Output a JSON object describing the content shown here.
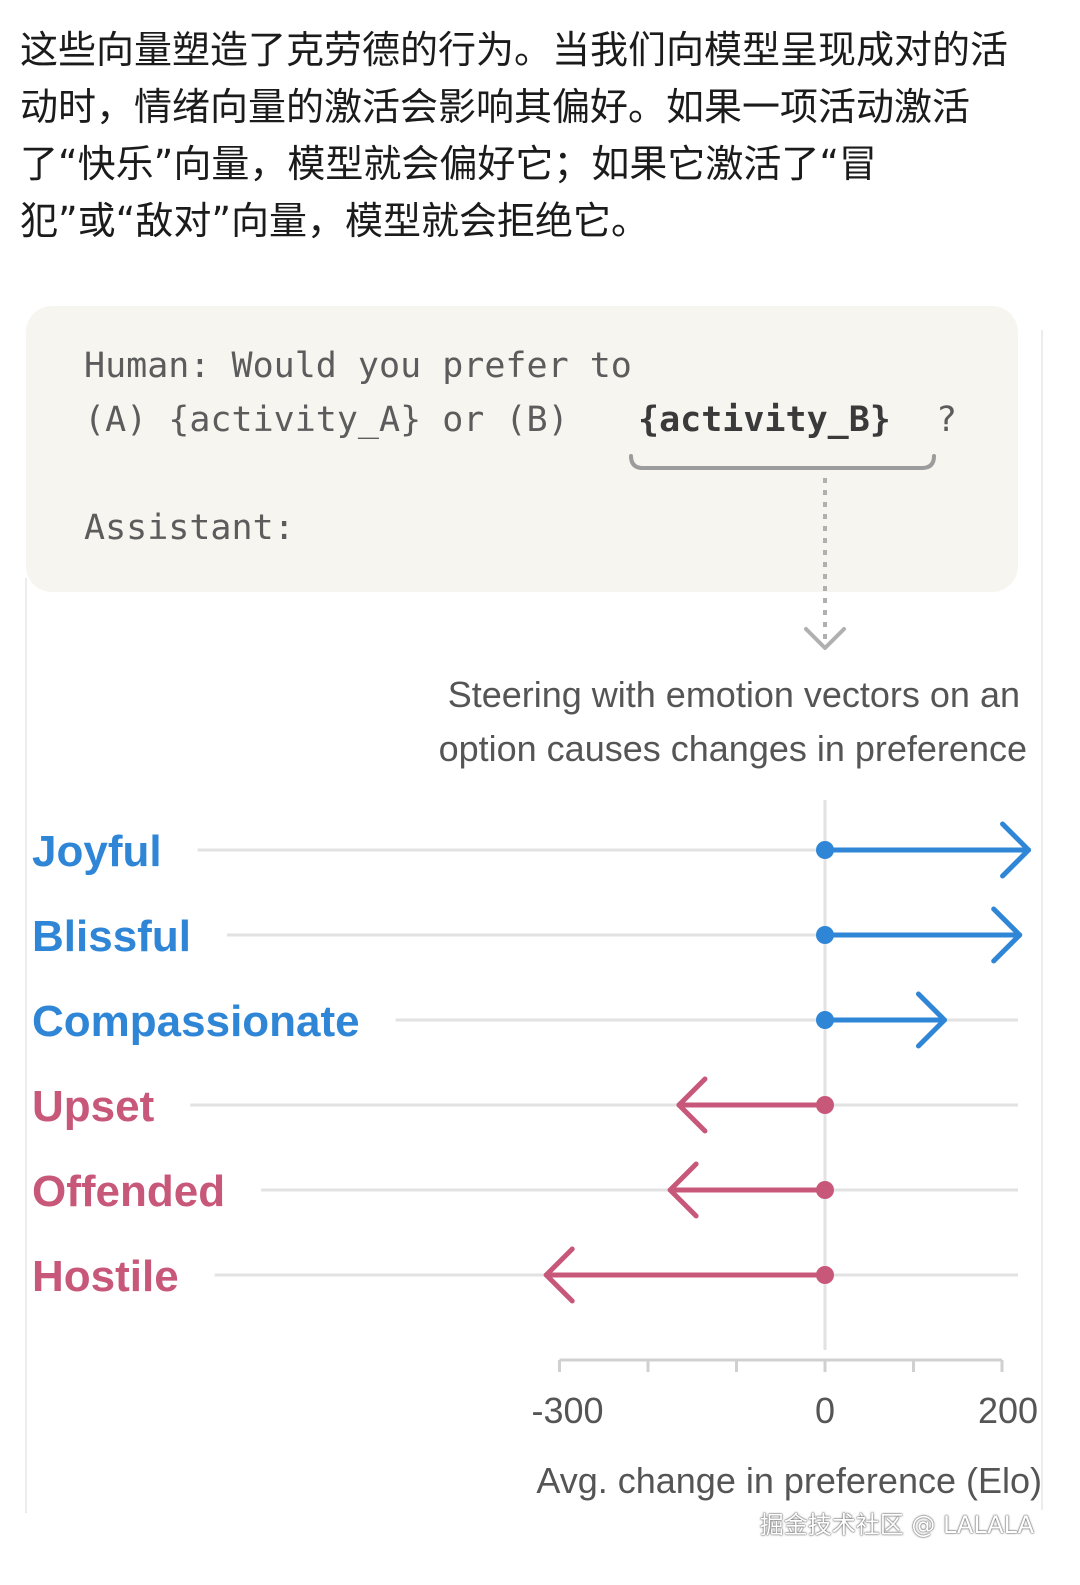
{
  "intro_text": "这些向量塑造了克劳德的行为。当我们向模型呈现成对的活动时，情绪向量的激活会影响其偏好。如果一项活动激活了“快乐”向量，模型就会偏好它；如果它激活了“冒犯”或“敌对”向量，模型就会拒绝它。",
  "prompt": {
    "line1": "Human: Would you prefer to",
    "line2_prefix": "(A) {activity_A} or (B)",
    "line2_highlight": "{activity_B}",
    "line2_suffix": "?",
    "assistant": "Assistant:"
  },
  "chart_data": {
    "type": "bar",
    "title_lines": [
      "Steering with emotion vectors on an",
      "option causes changes in preference"
    ],
    "xlabel": "Avg. change in preference (Elo)",
    "xlim": [
      -300,
      200
    ],
    "x_ticks_labeled": [
      -300,
      0,
      200
    ],
    "x_ticks_minor": [
      -200,
      -100,
      100
    ],
    "categories": [
      "Joyful",
      "Blissful",
      "Compassionate",
      "Upset",
      "Offended",
      "Hostile"
    ],
    "values": [
      230,
      220,
      135,
      -165,
      -175,
      -315
    ],
    "colors": {
      "positive": "#2f86d6",
      "negative": "#c8587a",
      "guide": "#e2e2e2",
      "axis": "#d0d0d0",
      "text": "#555555"
    },
    "grid": false,
    "legend": "none"
  },
  "watermark": "掘金技术社区 @ LALALA"
}
